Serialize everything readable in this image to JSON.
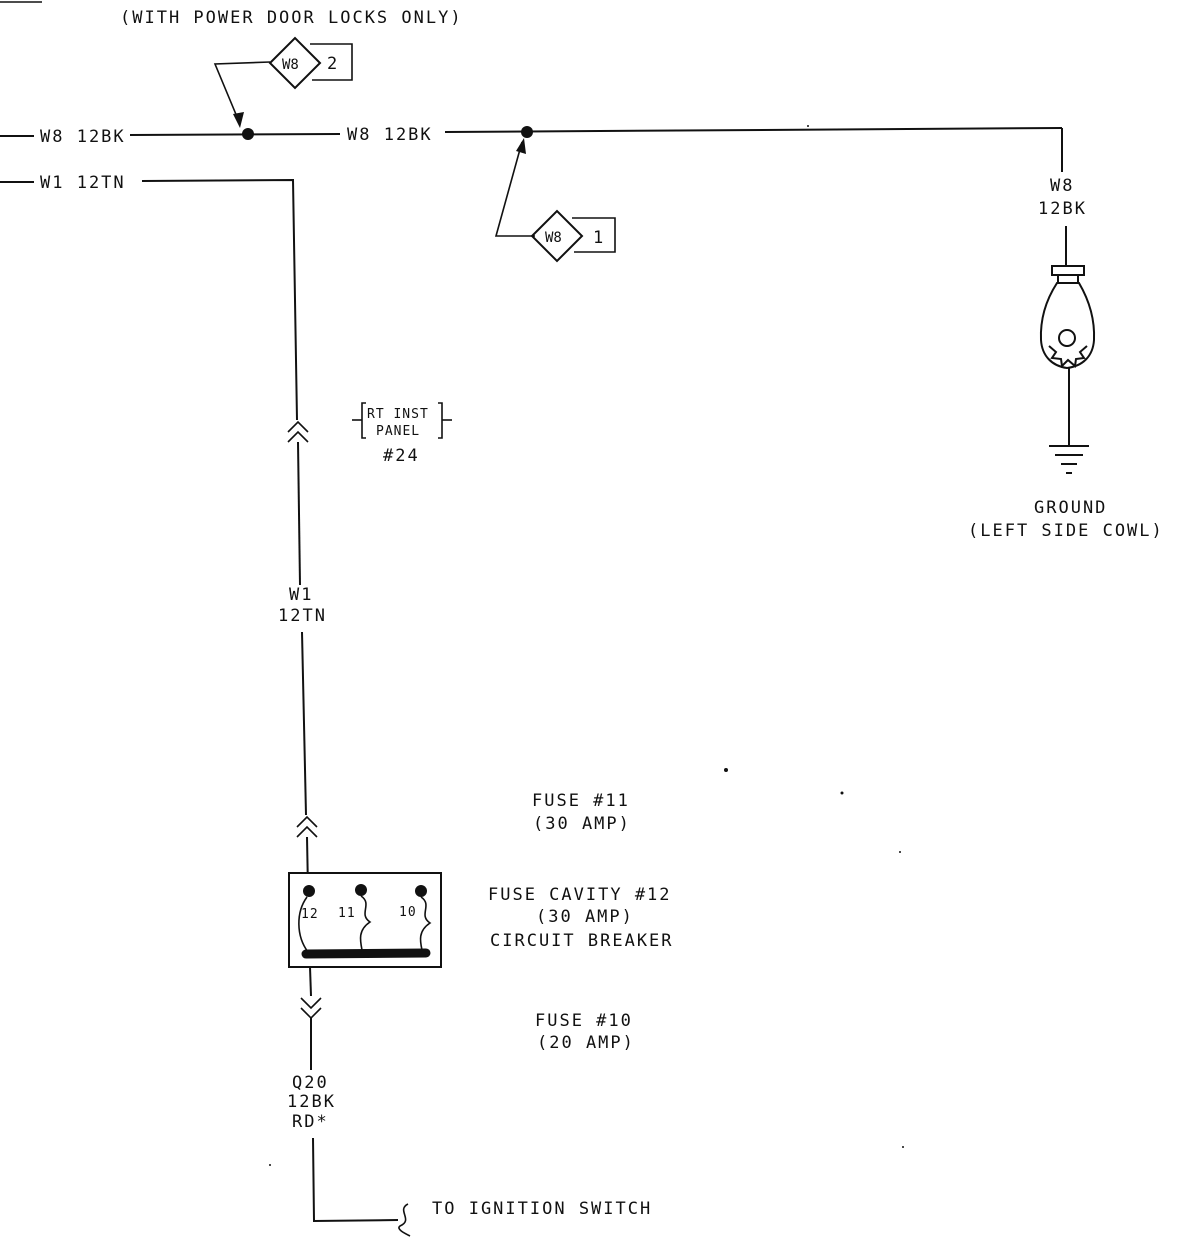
{
  "top_note": "(WITH POWER DOOR LOCKS ONLY)",
  "wires": {
    "w8_left_label": "W8 12BK",
    "w1_left_label": "W1 12TN",
    "w8_mid_label": "W8 12BK",
    "w8_right_code": "W8",
    "w8_right_gauge": "12BK",
    "w1_vert_code": "W1",
    "w1_vert_gauge": "12TN",
    "q20_code": "Q20",
    "q20_gauge": "12BK",
    "q20_color": "RD*"
  },
  "splices": {
    "splice_2_id": "W8",
    "splice_2_num": "2",
    "splice_1_id": "W8",
    "splice_1_num": "1"
  },
  "connector": {
    "line1": "RT INST",
    "line2": "PANEL",
    "number": "#24"
  },
  "ground": {
    "label": "GROUND",
    "location": "(LEFT SIDE COWL)"
  },
  "fuses": {
    "fuse11_name": "FUSE #11",
    "fuse11_rating": "(30 AMP)",
    "cavity12_name": "FUSE CAVITY #12",
    "cavity12_rating": "(30 AMP)",
    "cavity12_type": "CIRCUIT BREAKER",
    "fuse10_name": "FUSE #10",
    "fuse10_rating": "(20 AMP)",
    "terminal_12": "12",
    "terminal_11": "11",
    "terminal_10": "10"
  },
  "destination": "TO IGNITION SWITCH"
}
